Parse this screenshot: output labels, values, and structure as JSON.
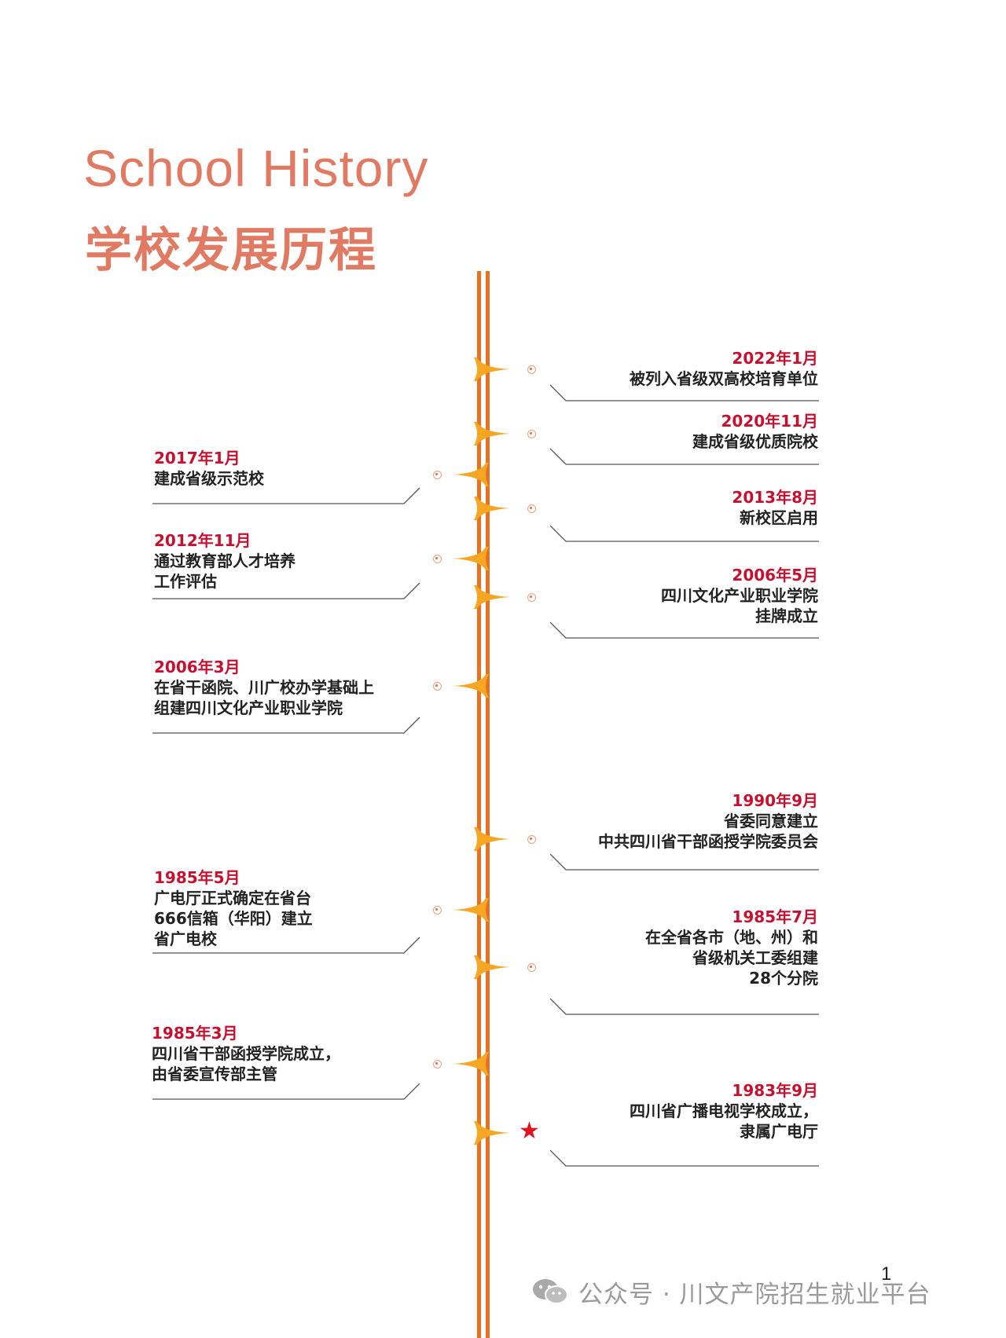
{
  "header": {
    "title_en": "School History",
    "title_cn": "学校发展历程"
  },
  "events_right": [
    {
      "date": "2022年1月",
      "desc": "被列入省级双高校培育单位"
    },
    {
      "date": "2020年11月",
      "desc": "建成省级优质院校"
    },
    {
      "date": "2013年8月",
      "desc": "新校区启用"
    },
    {
      "date": "2006年5月",
      "desc": "四川文化产业职业学院\n挂牌成立"
    },
    {
      "date": "1990年9月",
      "desc": "省委同意建立\n中共四川省干部函授学院委员会"
    },
    {
      "date": "1985年7月",
      "desc": "在全省各市（地、州）和\n省级机关工委组建\n28个分院"
    },
    {
      "date": "1983年9月",
      "desc": "四川省广播电视学校成立，\n隶属广电厅"
    }
  ],
  "events_left": [
    {
      "date": "2017年1月",
      "desc": "建成省级示范校"
    },
    {
      "date": "2012年11月",
      "desc": "通过教育部人才培养\n工作评估"
    },
    {
      "date": "2006年3月",
      "desc": "在省干函院、川广校办学基础上\n组建四川文化产业职业学院"
    },
    {
      "date": "1985年5月",
      "desc": "广电厅正式确定在省台\n666信箱（华阳）建立\n省广电校"
    },
    {
      "date": "1985年3月",
      "desc": "四川省干部函授学院成立，\n由省委宣传部主管"
    }
  ],
  "footer": {
    "icon": "wechat-icon",
    "text": "公众号 · 川文产院招生就业平台",
    "page_number": "1"
  },
  "colors": {
    "title": "#e17a63",
    "date": "#c8102e",
    "axis": "#e8711f",
    "flag": "#f5a623",
    "star": "#e0141e"
  }
}
